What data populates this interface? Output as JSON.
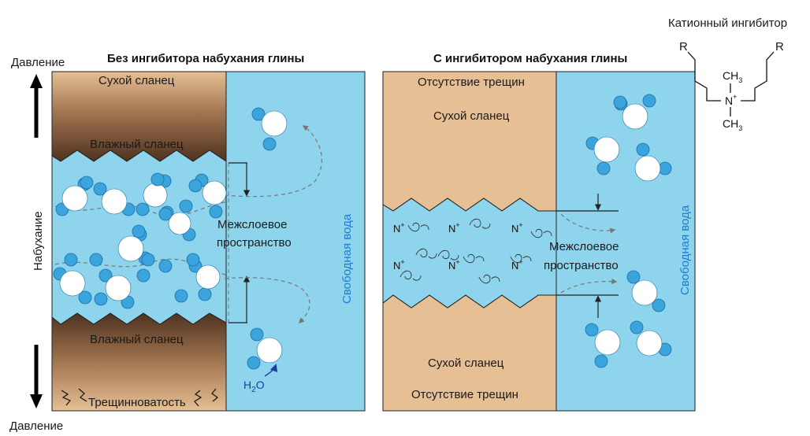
{
  "colors": {
    "water": "#8ed4ec",
    "water_stroke": "#2a2a2a",
    "shale_dark": "#5a3a24",
    "shale_light": "#e6bf94",
    "ion": "#3aa4dc",
    "molecule": "#ffffff",
    "text_blue": "#1f7bd0"
  },
  "axis": {
    "pressure_top": "Давление",
    "pressure_bottom": "Давление",
    "swelling": "Набухание"
  },
  "left_panel": {
    "title": "Без ингибитора набухания глины",
    "dry_shale": "Сухой сланец",
    "wet_shale_top": "Влажный сланец",
    "wet_shale_bottom": "Влажный сланец",
    "interlayer": [
      "Межслоевое",
      "пространство"
    ],
    "free_water": "Свободная вода",
    "fractures": "Трещинноватость",
    "water_formula": "H",
    "water_sub": "2",
    "water_o": "O"
  },
  "right_panel": {
    "title": "С ингибитором набухания глины",
    "no_cracks_top": "Отсутствие трещин",
    "dry_shale_top": "Сухой сланец",
    "dry_shale_bottom": "Сухой сланец",
    "no_cracks_bottom": "Отсутствие трещин",
    "interlayer": [
      "Межслоевое",
      "пространство"
    ],
    "free_water": "Свободная вода",
    "cation": "N",
    "cation_sup": "+"
  },
  "inhibitor": {
    "title": "Катионный ингибитор",
    "r_left": "R",
    "r_right": "R",
    "ch3_top": "CH",
    "ch3_top_sub": "3",
    "ch3_bottom": "CH",
    "ch3_bottom_sub": "3",
    "n": "N",
    "n_sup": "+"
  }
}
